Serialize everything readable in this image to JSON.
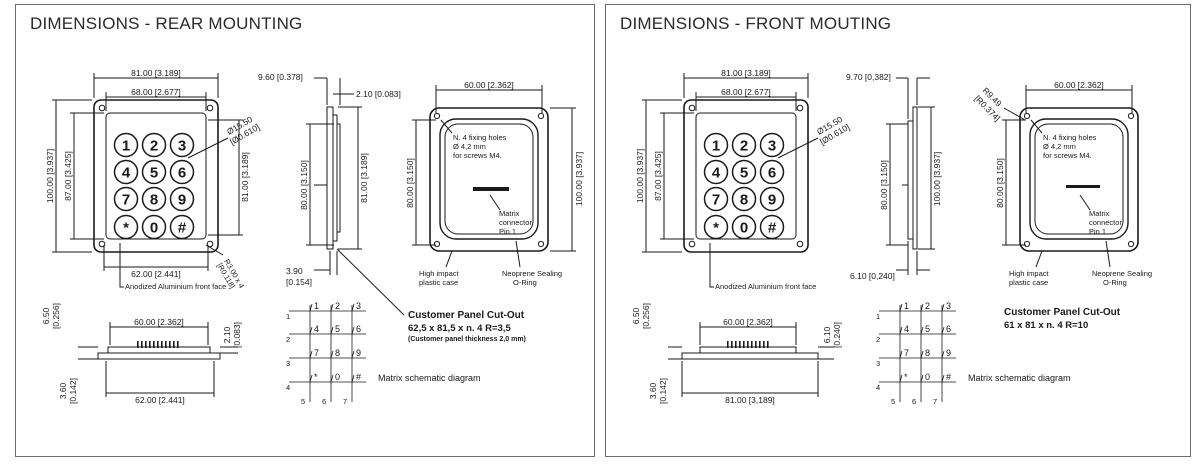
{
  "left": {
    "title": "DIMENSIONS - REAR MOUNTING",
    "dim_width_outer": "81.00 [3.189]",
    "dim_width_inner": "68.00 [2.677]",
    "dim_height_outer": "100.00 [3.937]",
    "dim_height_inner": "87.00 [3.425]",
    "dim_key_dia": "Ø15.50 [Ø0.610]",
    "dim_key_dia_a": "Ø15.50",
    "dim_key_dia_b": "[Ø0.610]",
    "dim_keyblock_h": "81.00 [3.189]",
    "dim_corner_r": "R3.00 x 4",
    "dim_corner_r2": "[R0.118]",
    "dim_bottom_w": "62.00 [2.441]",
    "face_note": "Anodized Aluminium front face",
    "side_top_a": "9.60 [0.378]",
    "side_top_b": "2.10 [0.083]",
    "side_h80": "80.00 [3.150]",
    "side_h81": "81.00 [3.189]",
    "side_bot_a": "3.90",
    "side_bot_b": "[0.154]",
    "rear_w": "60.00 [2.362]",
    "rear_h": "80.00 [3.150]",
    "rear_h2": "100.00 [3.937]",
    "holes_note": [
      "N. 4 fixing holes",
      "Ø 4,2 mm",
      "for screws M4."
    ],
    "matrix_note": [
      "Matrix",
      "connector",
      "Pin 1"
    ],
    "case_note": [
      "High impact",
      "plastic case"
    ],
    "seal_note": [
      "Neoprene Sealing",
      "O-Ring"
    ],
    "bottom_h_a": "6.50",
    "bottom_h_b": "[0.256]",
    "bottom_w": "60.00 [2.362]",
    "bottom_r_a": "2.10",
    "bottom_r_b": "[0.083]",
    "bottom_lb_a": "3.60",
    "bottom_lb_b": "[0.142]",
    "bottom_w2": "62.00 [2.441]",
    "cutout_title": "Customer Panel Cut-Out",
    "cutout_dims": "62,5 x 81,5 x n. 4  R=3,5",
    "cutout_note": "(Customer panel thickness 2,0 mm)"
  },
  "right": {
    "title": "DIMENSIONS - FRONT MOUTING",
    "dim_width_outer": "81.00 [3.189]",
    "dim_width_inner": "68.00 [2.677]",
    "dim_height_outer": "100.00 [3.937]",
    "dim_height_inner": "87.00 [3.425]",
    "dim_key_dia_a": "Ø15.50",
    "dim_key_dia_b": "[Ø0.610]",
    "face_note": "Anodized Aluminium front face",
    "side_top_a": "9.70 [0,382]",
    "side_h80": "80.00 [3.150]",
    "side_h100": "100.00 [3.937]",
    "side_bot": "6.10 [0,240]",
    "rear_r_a": "R9.49",
    "rear_r_b": "[R0.374]",
    "rear_w": "60.00 [2.362]",
    "rear_h": "80.00 [3.150]",
    "holes_note": [
      "N. 4 fixing holes",
      "Ø 4,2 mm",
      "for screws M4."
    ],
    "matrix_note": [
      "Matrix",
      "connector",
      "Pin 1"
    ],
    "case_note": [
      "High impact",
      "plastic case"
    ],
    "seal_note": [
      "Neoprene Sealing",
      "O-Ring"
    ],
    "bottom_h_a": "6.50",
    "bottom_h_b": "[0.256]",
    "bottom_w": "60.00 [2.362]",
    "bottom_r_a": "6.10",
    "bottom_r_b": "[0.240]",
    "bottom_lb_a": "3.60",
    "bottom_lb_b": "[0.142]",
    "bottom_w2": "81.00 [3,189]",
    "cutout_title": "Customer Panel Cut-Out",
    "cutout_dims": "61 x 81 x n. 4  R=10"
  },
  "keys": [
    "1",
    "2",
    "3",
    "4",
    "5",
    "6",
    "7",
    "8",
    "9",
    "*",
    "0",
    "#"
  ],
  "matrix": {
    "rows": [
      "1",
      "2",
      "3",
      "4"
    ],
    "cols": [
      "5",
      "6",
      "7"
    ],
    "label": "Matrix schematic diagram"
  }
}
